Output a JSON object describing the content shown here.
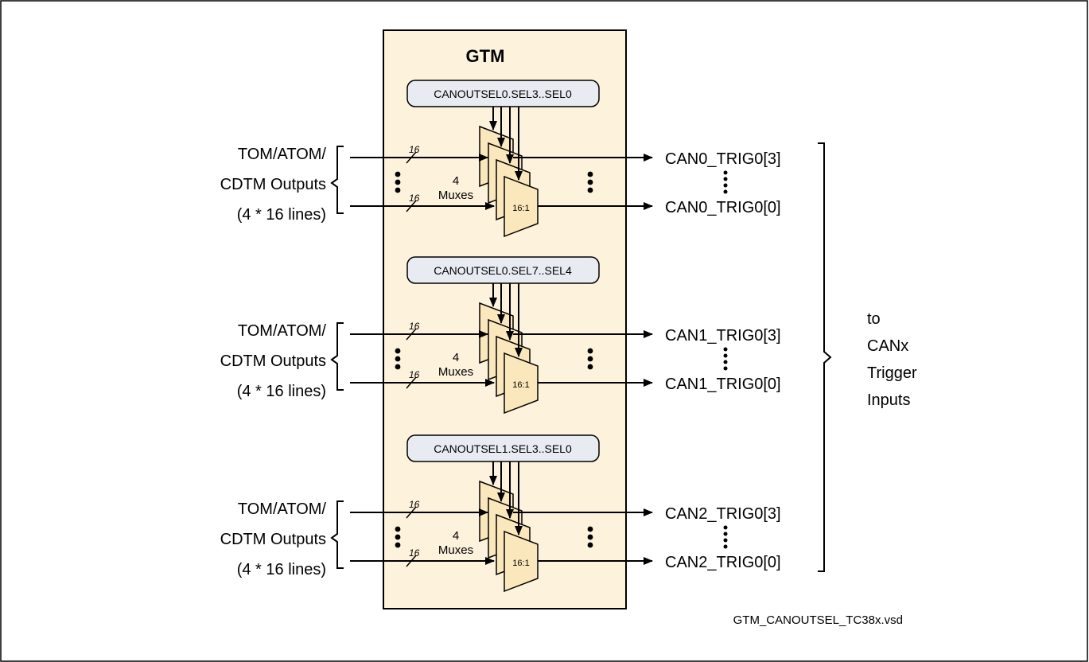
{
  "gtm": {
    "title": "GTM",
    "fill_color": "#fdf2dc",
    "mux_fill_color": "#fbe7bc",
    "register_fill_color": "#e8ecf2",
    "groups": [
      {
        "register": "CANOUTSEL0.SEL3..SEL0",
        "inputs": [
          "TOM/ATOM/",
          "CDTM Outputs",
          "(4 * 16 lines)"
        ],
        "bus_width_top": "16",
        "bus_width_bottom": "16",
        "mux_count": "4",
        "mux_label": "Muxes",
        "mux_ratio": "16:1",
        "output_top": "CAN0_TRIG0[3]",
        "output_bottom": "CAN0_TRIG0[0]"
      },
      {
        "register": "CANOUTSEL0.SEL7..SEL4",
        "inputs": [
          "TOM/ATOM/",
          "CDTM Outputs",
          "(4 * 16 lines)"
        ],
        "bus_width_top": "16",
        "bus_width_bottom": "16",
        "mux_count": "4",
        "mux_label": "Muxes",
        "mux_ratio": "16:1",
        "output_top": "CAN1_TRIG0[3]",
        "output_bottom": "CAN1_TRIG0[0]"
      },
      {
        "register": "CANOUTSEL1.SEL3..SEL0",
        "inputs": [
          "TOM/ATOM/",
          "CDTM Outputs",
          "(4 * 16 lines)"
        ],
        "bus_width_top": "16",
        "bus_width_bottom": "16",
        "mux_count": "4",
        "mux_label": "Muxes",
        "mux_ratio": "16:1",
        "output_top": "CAN2_TRIG0[3]",
        "output_bottom": "CAN2_TRIG0[0]"
      }
    ]
  },
  "destination": [
    "to",
    "CANx",
    "Trigger",
    "Inputs"
  ],
  "file_name": "GTM_CANOUTSEL_TC38x.vsd"
}
